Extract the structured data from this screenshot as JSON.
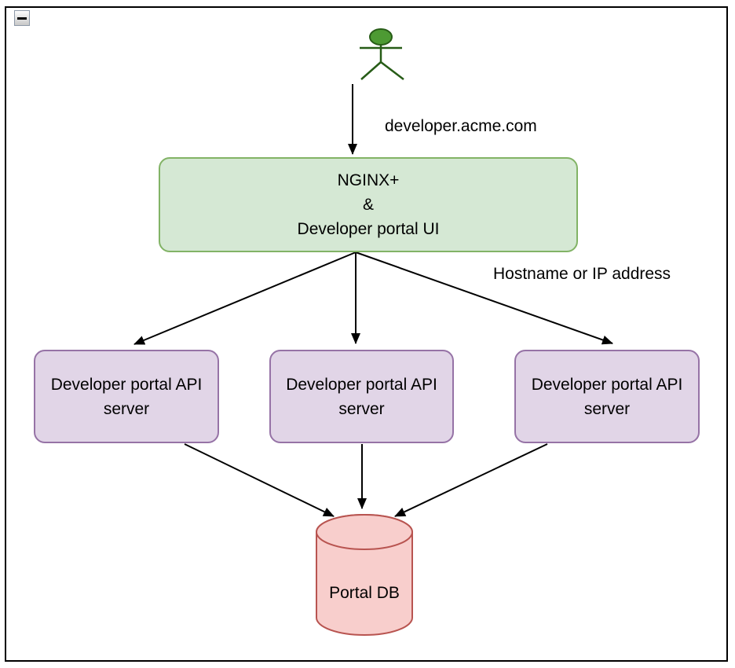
{
  "window": {
    "collapse_icon": "minus-icon"
  },
  "diagram": {
    "actor": "user",
    "edge_labels": {
      "user_to_gateway": "developer.acme.com",
      "gateway_to_servers": "Hostname or IP address"
    },
    "nodes": {
      "gateway": {
        "line1": "NGINX+",
        "line2": "&",
        "line3": "Developer portal UI"
      },
      "api_server": {
        "line1": "Developer portal API",
        "line2": "server"
      },
      "db": {
        "label": "Portal DB"
      }
    },
    "colors": {
      "gateway_fill": "#d5e8d4",
      "gateway_stroke": "#82b366",
      "api_fill": "#e1d5e7",
      "api_stroke": "#9673a6",
      "db_fill": "#f8cecc",
      "db_stroke": "#b85450",
      "actor_fill": "#4d9a33",
      "actor_stroke": "#275c17",
      "edge": "#000000"
    }
  }
}
